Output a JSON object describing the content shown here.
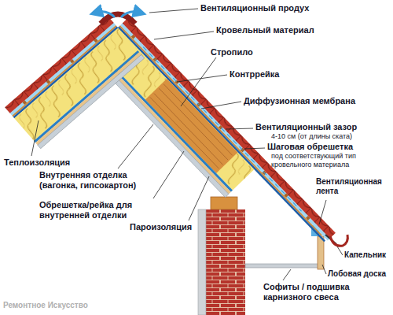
{
  "diagram": {
    "labels": [
      "Вентиляционный продух",
      "Кровельный материал",
      "Стропило",
      "Контррейка",
      "Диффузионная мембрана",
      "Вентиляционный зазор",
      "4-10 см (от длины ската)",
      "Шаговая обрешетка",
      "под соответствующий тип кровельного материала",
      "Вентиляционная лента",
      "Капельник",
      "Лобовая доска",
      "Софиты / подшивка карнизного свеса",
      "Теплоизоляция",
      "Внутренняя отделка (вагонка, гипсокартон)",
      "Обрешетка/рейка для внутренней отделки",
      "Пароизоляция",
      "Ремонтное Искусство"
    ]
  }
}
